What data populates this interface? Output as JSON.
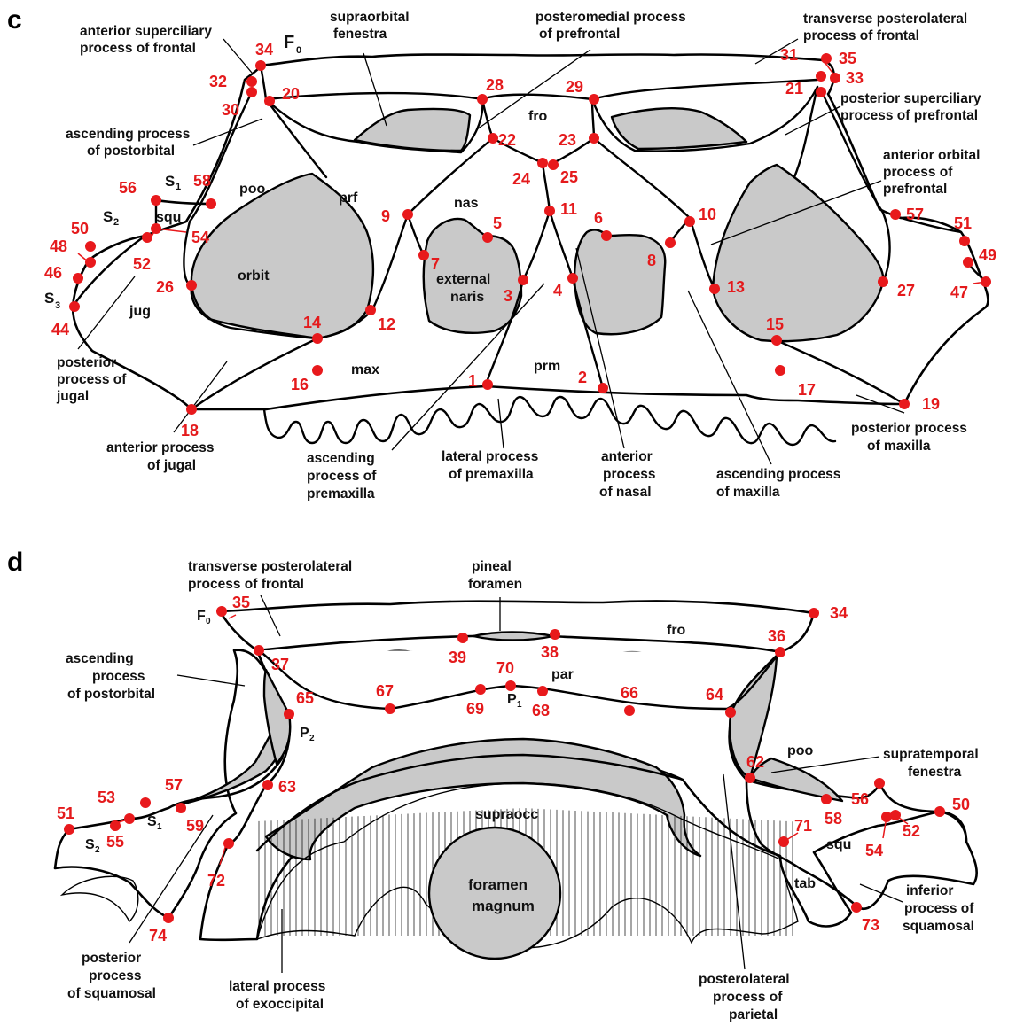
{
  "panels": {
    "c": "c",
    "d": "d"
  },
  "labels_c": {
    "supraorbital_fenestra": [
      "supraorbital",
      "fenestra"
    ],
    "posteromedial_process_prefrontal": [
      "posteromedial process",
      "of prefrontal"
    ],
    "transverse_posterolateral_frontal": [
      "transverse posterolateral",
      "process of frontal"
    ],
    "anterior_superciliary_frontal": [
      "anterior superciliary",
      "process of frontal"
    ],
    "ascending_process_postorbital": [
      "ascending process",
      "of postorbital"
    ],
    "posterior_superciliary_prefrontal": [
      "posterior superciliary",
      "process of prefrontal"
    ],
    "anterior_orbital_prefrontal": [
      "anterior orbital",
      "process of",
      "prefrontal"
    ],
    "posterior_process_jugal": [
      "posterior",
      "process of",
      "jugal"
    ],
    "anterior_process_jugal": [
      "anterior process",
      "of jugal"
    ],
    "ascending_process_premaxilla": [
      "ascending",
      "process of",
      "premaxilla"
    ],
    "lateral_process_premaxilla": [
      "lateral process",
      "of premaxilla"
    ],
    "anterior_process_nasal": [
      "anterior",
      "process",
      "of nasal"
    ],
    "ascending_process_maxilla": [
      "ascending process",
      "of maxilla"
    ],
    "posterior_process_maxilla": [
      "posterior process",
      "of maxilla"
    ]
  },
  "abbr_c": {
    "fro": "fro",
    "nas": "nas",
    "poo": "poo",
    "prf": "prf",
    "squ": "squ",
    "orbit": "orbit",
    "jug": "jug",
    "max": "max",
    "prm": "prm",
    "external_naris": [
      "external",
      "naris"
    ],
    "F0": "F",
    "F0_sub": "0",
    "S1": "S",
    "S1_sub": "1",
    "S2": "S",
    "S2_sub": "2",
    "S3": "S",
    "S3_sub": "3"
  },
  "labels_d": {
    "transverse_posterolateral_frontal": [
      "transverse posterolateral",
      "process of frontal"
    ],
    "pineal_foramen": [
      "pineal",
      "foramen"
    ],
    "ascending_process_postorbital": [
      "ascending",
      "process",
      "of postorbital"
    ],
    "supratemporal_fenestra": [
      "supratemporal",
      "fenestra"
    ],
    "posterior_process_squamosal": [
      "posterior",
      "process",
      "of squamosal"
    ],
    "lateral_process_exoccipital": [
      "lateral process",
      "of exoccipital"
    ],
    "posterolateral_process_parietal": [
      "posterolateral",
      "process of",
      "parietal"
    ],
    "inferior_process_squamosal": [
      "inferior",
      "process of",
      "squamosal"
    ]
  },
  "abbr_d": {
    "fro": "fro",
    "par": "par",
    "poo": "poo",
    "squ": "squ",
    "tab": "tab",
    "supraocc": "supraocc",
    "foramen_magnum": [
      "foramen",
      "magnum"
    ],
    "F0": "F",
    "F0_sub": "0",
    "P1": "P",
    "P1_sub": "1",
    "P2": "P",
    "P2_sub": "2",
    "S1": "S",
    "S1_sub": "1",
    "S2": "S",
    "S2_sub": "2"
  },
  "landmarks_c": [
    "1",
    "2",
    "3",
    "4",
    "5",
    "6",
    "7",
    "8",
    "9",
    "10",
    "11",
    "12",
    "13",
    "14",
    "15",
    "16",
    "17",
    "18",
    "19",
    "20",
    "21",
    "22",
    "23",
    "24",
    "25",
    "26",
    "27",
    "28",
    "29",
    "30",
    "31",
    "32",
    "33",
    "34",
    "35",
    "44",
    "46",
    "47",
    "48",
    "49",
    "50",
    "51",
    "52",
    "54",
    "56",
    "57",
    "58"
  ],
  "landmarks_d": [
    "34",
    "35",
    "36",
    "37",
    "38",
    "39",
    "50",
    "51",
    "52",
    "53",
    "54",
    "55",
    "56",
    "57",
    "58",
    "59",
    "62",
    "63",
    "64",
    "65",
    "66",
    "67",
    "68",
    "69",
    "70",
    "71",
    "72",
    "73",
    "74"
  ],
  "colors": {
    "landmark": "#e8191c",
    "fenestra_fill": "#c9c9c9",
    "outline": "#000000"
  }
}
